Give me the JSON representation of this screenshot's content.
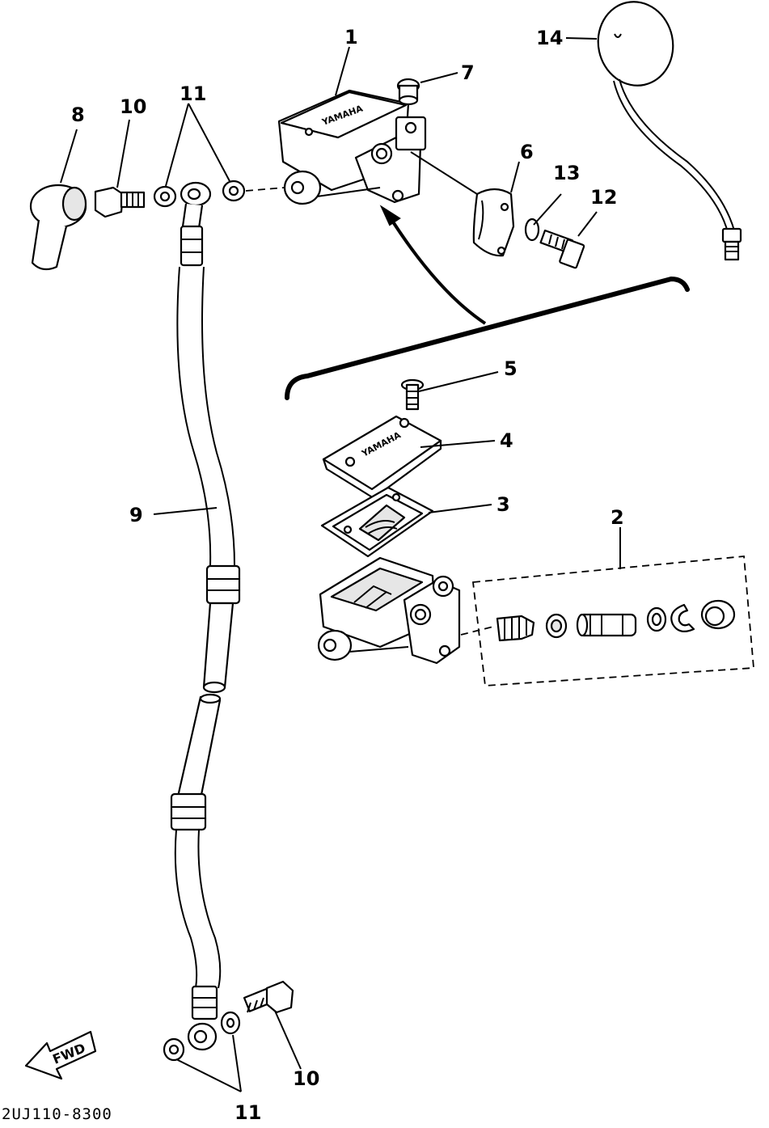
{
  "diagram": {
    "drawing_code": "2UJ110-8300",
    "fwd_label": "FWD",
    "brand_text": "YAMAHA",
    "callouts": [
      {
        "id": "c1",
        "number": "1"
      },
      {
        "id": "c2",
        "number": "2"
      },
      {
        "id": "c3",
        "number": "3"
      },
      {
        "id": "c4",
        "number": "4"
      },
      {
        "id": "c5",
        "number": "5"
      },
      {
        "id": "c6",
        "number": "6"
      },
      {
        "id": "c7",
        "number": "7"
      },
      {
        "id": "c8",
        "number": "8"
      },
      {
        "id": "c9",
        "number": "9"
      },
      {
        "id": "c10a",
        "number": "10"
      },
      {
        "id": "c10b",
        "number": "10"
      },
      {
        "id": "c11a",
        "number": "11"
      },
      {
        "id": "c11b",
        "number": "11"
      },
      {
        "id": "c12",
        "number": "12"
      },
      {
        "id": "c13",
        "number": "13"
      },
      {
        "id": "c14",
        "number": "14"
      }
    ]
  }
}
